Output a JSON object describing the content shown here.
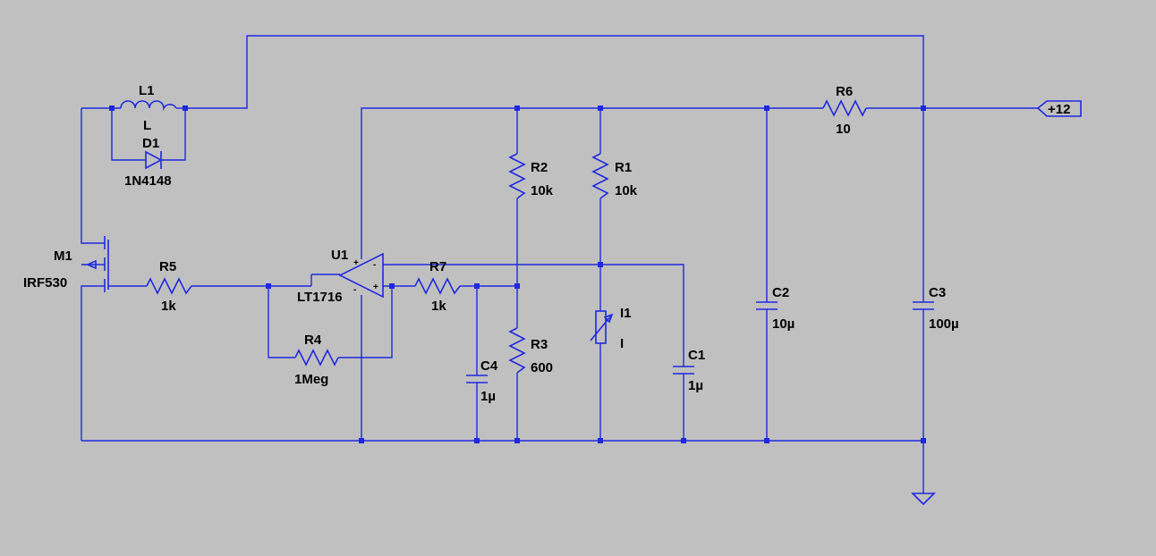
{
  "components": {
    "L1": {
      "ref": "L1",
      "value": "L"
    },
    "D1": {
      "ref": "D1",
      "value": "1N4148"
    },
    "M1": {
      "ref": "M1",
      "value": "IRF530"
    },
    "R5": {
      "ref": "R5",
      "value": "1k"
    },
    "U1": {
      "ref": "U1",
      "value": "LT1716"
    },
    "R7": {
      "ref": "R7",
      "value": "1k"
    },
    "R4": {
      "ref": "R4",
      "value": "1Meg"
    },
    "C4": {
      "ref": "C4",
      "value": "1µ"
    },
    "R2": {
      "ref": "R2",
      "value": "10k"
    },
    "R3": {
      "ref": "R3",
      "value": "600"
    },
    "R1": {
      "ref": "R1",
      "value": "10k"
    },
    "I1": {
      "ref": "I1",
      "value": "I"
    },
    "C1": {
      "ref": "C1",
      "value": "1µ"
    },
    "C2": {
      "ref": "C2",
      "value": "10µ"
    },
    "C3": {
      "ref": "C3",
      "value": "100µ"
    },
    "R6": {
      "ref": "R6",
      "value": "10"
    }
  },
  "net_label": "+12",
  "opamp_pins": {
    "plus": "+",
    "minus": "-"
  }
}
